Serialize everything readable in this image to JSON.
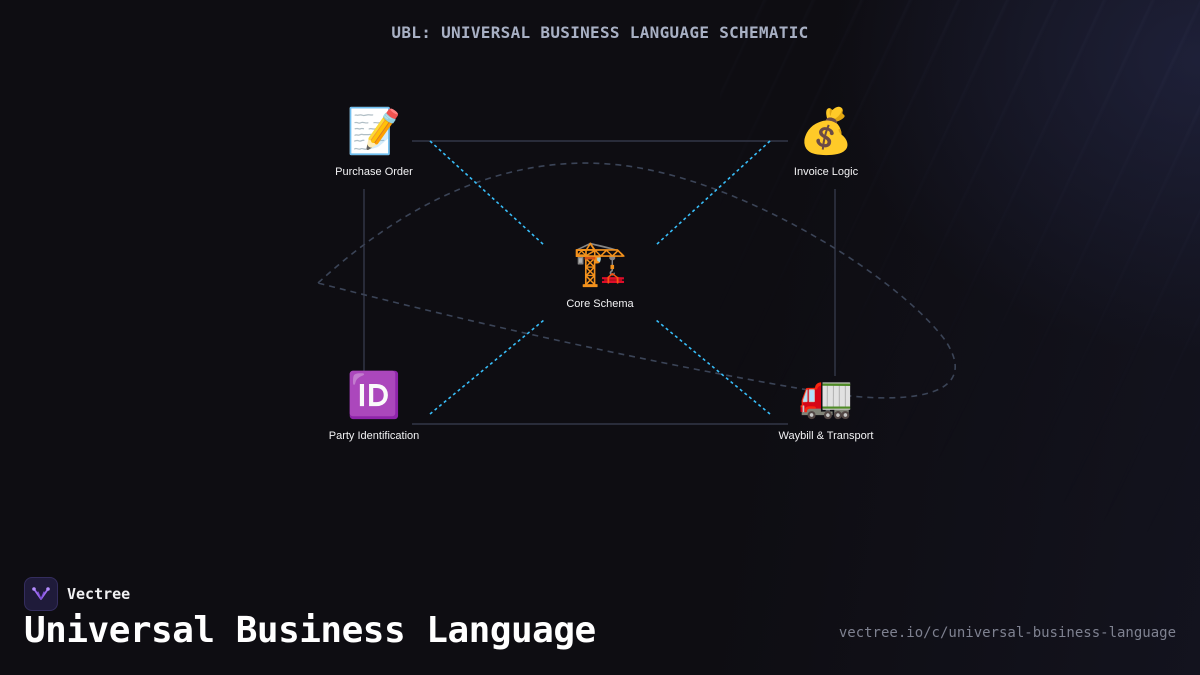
{
  "diagram": {
    "title": "UBL: UNIVERSAL BUSINESS LANGUAGE SCHEMATIC",
    "nodes": [
      {
        "id": "purchase-order",
        "label": "Purchase Order",
        "icon": "memo-icon",
        "glyph": "📝"
      },
      {
        "id": "invoice-logic",
        "label": "Invoice Logic",
        "icon": "money-bag-icon",
        "glyph": "💰"
      },
      {
        "id": "core-schema",
        "label": "Core Schema",
        "icon": "construction-crane-icon",
        "glyph": "🏗️"
      },
      {
        "id": "party-identification",
        "label": "Party Identification",
        "icon": "id-icon",
        "glyph": "🆔"
      },
      {
        "id": "waybill-transport",
        "label": "Waybill & Transport",
        "icon": "delivery-truck-icon",
        "glyph": "🚛"
      }
    ],
    "colors": {
      "accent_dashed": "#38bdf8",
      "connector": "#3a3f52",
      "orbit": "#3b4457"
    }
  },
  "footer": {
    "brand_name": "Vectree",
    "page_title": "Universal Business Language",
    "url": "vectree.io/c/universal-business-language"
  }
}
